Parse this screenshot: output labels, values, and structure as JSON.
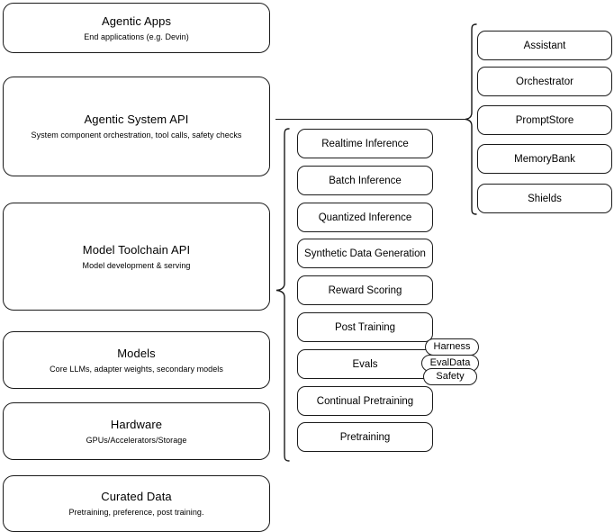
{
  "diagram": {
    "title_text": "",
    "stroke_color": "#1a1a1a",
    "background_color": "#ffffff"
  },
  "stack": {
    "layers": [
      {
        "title": "Agentic Apps",
        "subtitle": "End applications (e.g. Devin)"
      },
      {
        "title": "Agentic System API",
        "subtitle": "System component orchestration, tool calls, safety checks"
      },
      {
        "title": "Model Toolchain API",
        "subtitle": "Model development & serving"
      },
      {
        "title": "Models",
        "subtitle": "Core LLMs, adapter weights, secondary models"
      },
      {
        "title": "Hardware",
        "subtitle": "GPUs/Accelerators/Storage"
      },
      {
        "title": "Curated Data",
        "subtitle": "Pretraining, preference, post training."
      }
    ]
  },
  "toolchain_column": {
    "items": [
      {
        "label": "Realtime Inference"
      },
      {
        "label": "Batch Inference"
      },
      {
        "label": "Quantized Inference"
      },
      {
        "label": "Synthetic Data Generation"
      },
      {
        "label": "Reward Scoring"
      },
      {
        "label": "Post Training"
      },
      {
        "label": "Evals"
      },
      {
        "label": "Continual Pretraining"
      },
      {
        "label": "Pretraining"
      }
    ]
  },
  "evals_pills": {
    "items": [
      {
        "label": "Harness"
      },
      {
        "label": "EvalData"
      },
      {
        "label": "Safety"
      }
    ]
  },
  "system_column": {
    "items": [
      {
        "label": "Assistant"
      },
      {
        "label": "Orchestrator"
      },
      {
        "label": "PromptStore"
      },
      {
        "label": "MemoryBank"
      },
      {
        "label": "Shields"
      }
    ]
  }
}
